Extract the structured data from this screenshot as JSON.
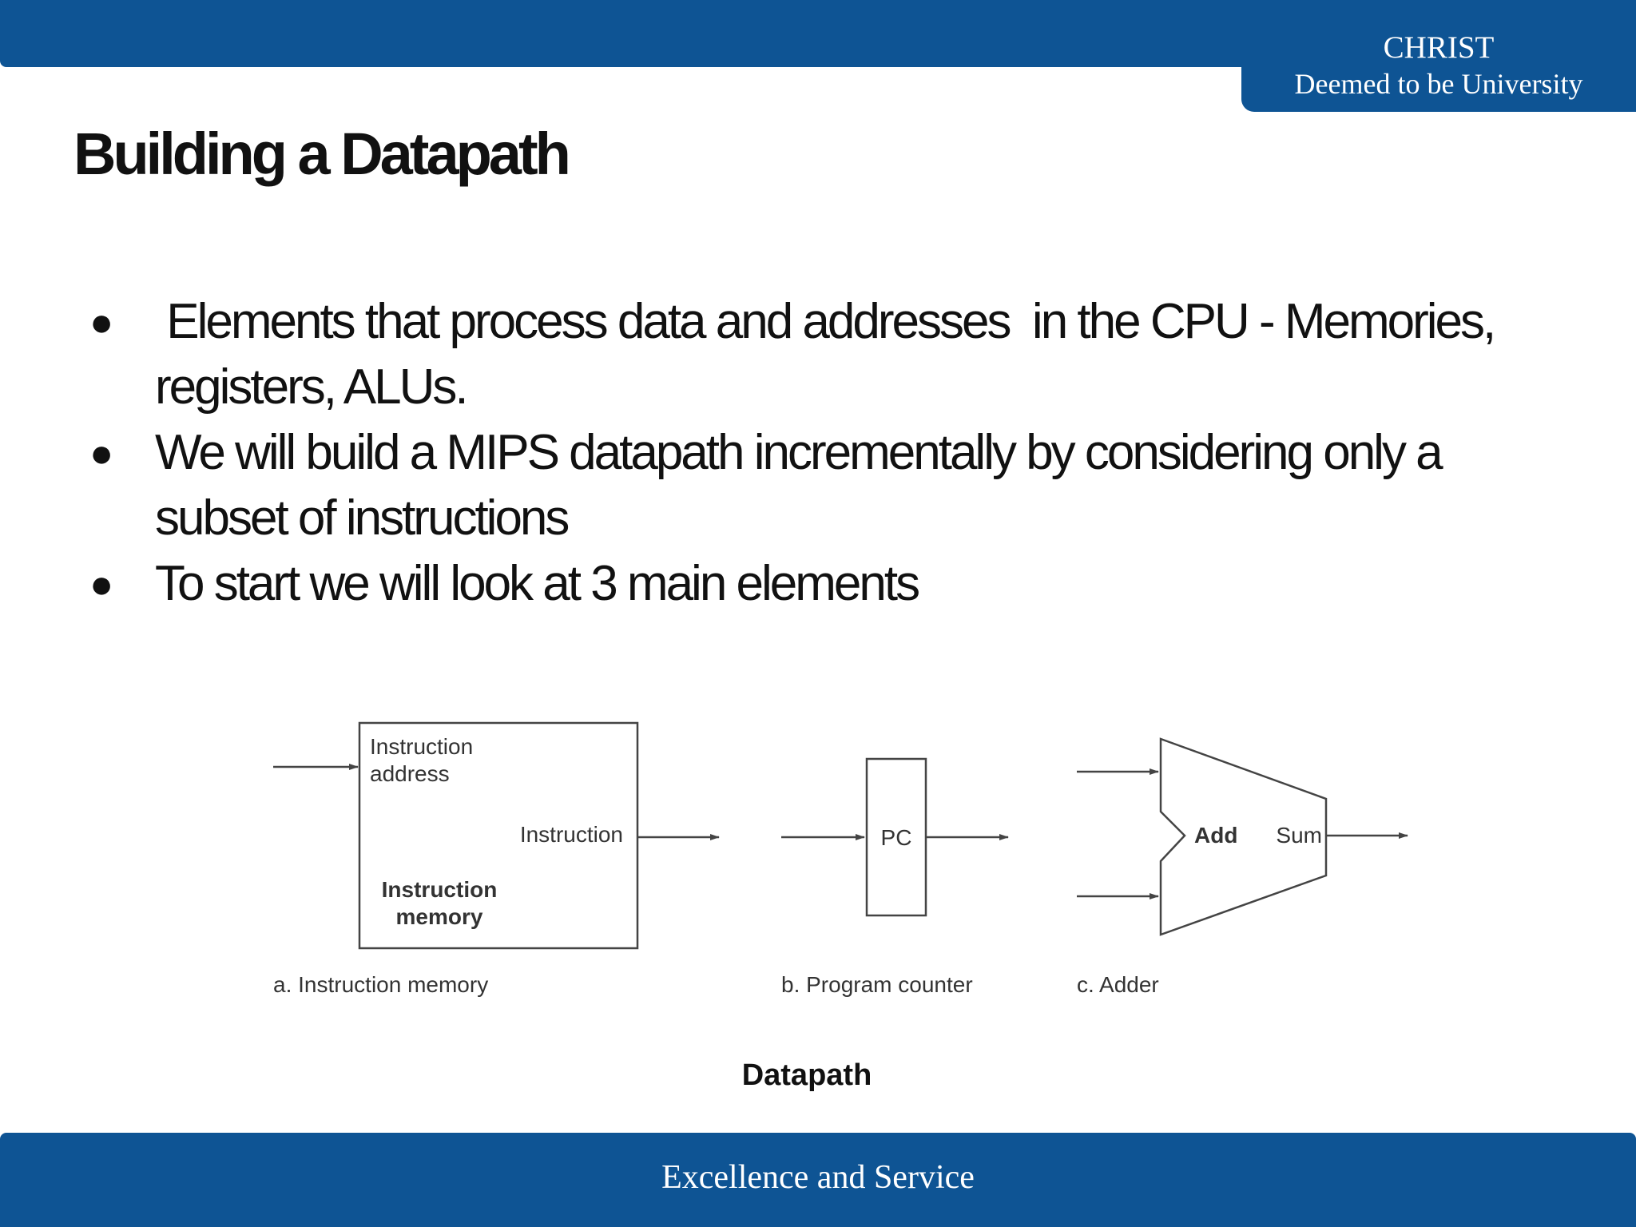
{
  "header": {
    "brand_name": "CHRIST",
    "brand_sub": "Deemed to be University"
  },
  "slide": {
    "title": "Building a Datapath",
    "bullets": [
      " Elements that process data and addresses  in the CPU - Memories, registers, ALUs.",
      "We will build a MIPS datapath incrementally by considering only a subset of instructions",
      "To start we will look at 3 main elements"
    ]
  },
  "diagram": {
    "instruction_memory": {
      "input_label_line1": "Instruction",
      "input_label_line2": "address",
      "output_label": "Instruction",
      "name_line1": "Instruction",
      "name_line2": "memory",
      "caption": "a. Instruction memory"
    },
    "program_counter": {
      "label": "PC",
      "caption": "b. Program counter"
    },
    "adder": {
      "label": "Add",
      "output_label": "Sum",
      "caption": "c. Adder"
    }
  },
  "figure_caption": "Datapath",
  "footer": {
    "motto": "Excellence and Service"
  },
  "colors": {
    "brand_blue": "#0e5494",
    "text": "#111111",
    "diagram_line": "#444444"
  }
}
